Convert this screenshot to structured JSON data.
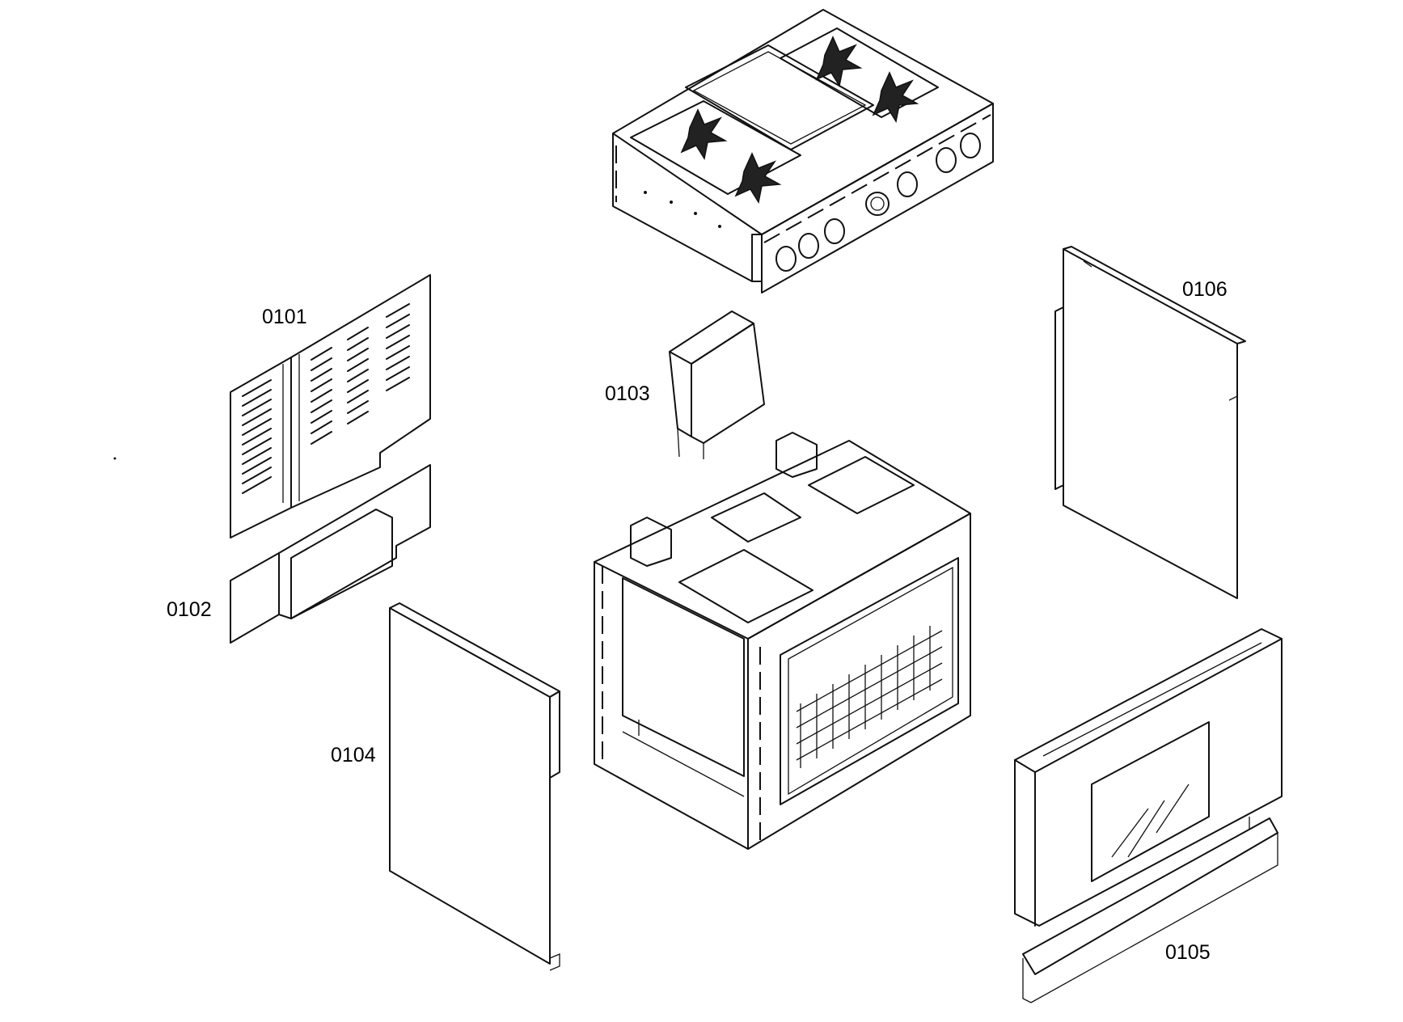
{
  "diagram": {
    "parts": [
      {
        "id": "0101"
      },
      {
        "id": "0102"
      },
      {
        "id": "0103"
      },
      {
        "id": "0104"
      },
      {
        "id": "0105"
      },
      {
        "id": "0106"
      }
    ]
  }
}
